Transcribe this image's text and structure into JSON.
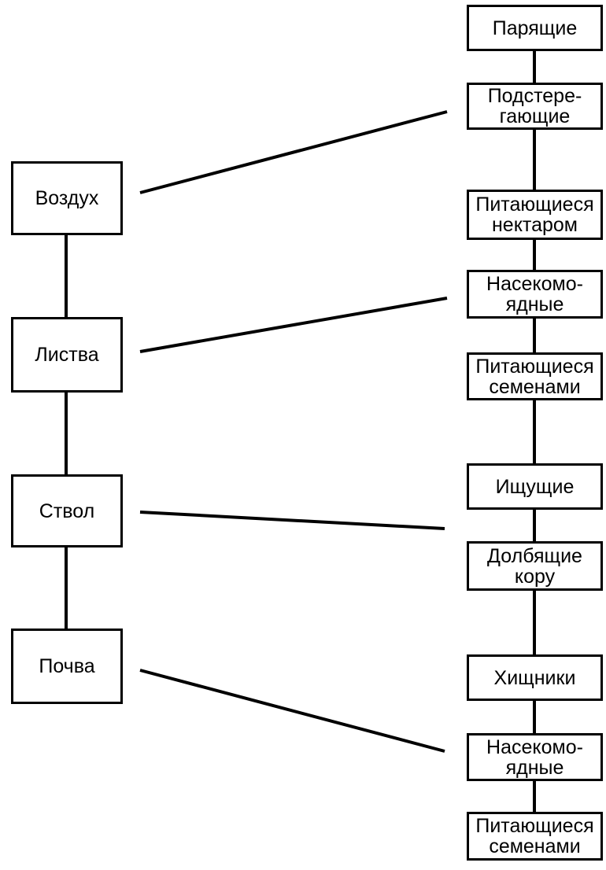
{
  "habitats": [
    {
      "label": "Воздух"
    },
    {
      "label": "Листва"
    },
    {
      "label": "Ствол"
    },
    {
      "label": "Почва"
    }
  ],
  "groups": [
    {
      "lines": [
        "Парящие"
      ]
    },
    {
      "lines": [
        "Подстере-",
        "гающие"
      ]
    },
    {
      "lines": [
        "Питающиеся",
        "нектаром"
      ]
    },
    {
      "lines": [
        "Насекомо-",
        "ядные"
      ]
    },
    {
      "lines": [
        "Питающиеся",
        "семенами"
      ]
    },
    {
      "lines": [
        "Ищущие"
      ]
    },
    {
      "lines": [
        "Долбящие",
        "кору"
      ]
    },
    {
      "lines": [
        "Хищники"
      ]
    },
    {
      "lines": [
        "Насекомо-",
        "ядные"
      ]
    },
    {
      "lines": [
        "Питающиеся",
        "семенами"
      ]
    }
  ],
  "colors": {
    "stroke": "#000000",
    "background": "#ffffff"
  }
}
